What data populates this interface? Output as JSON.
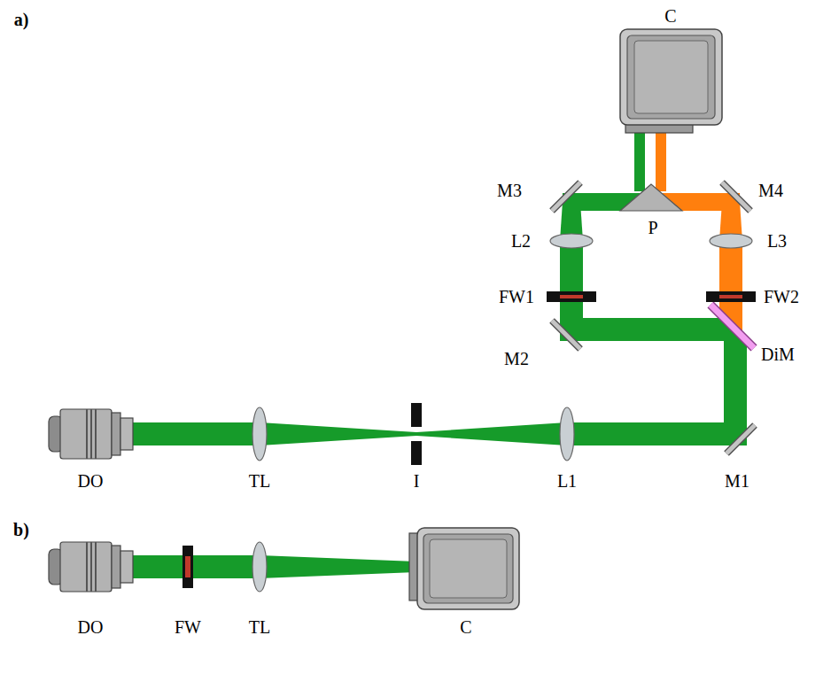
{
  "diagram": {
    "labels": [
      "a)",
      "C",
      "M3",
      "M4",
      "L2",
      "P",
      "L3",
      "FW1",
      "FW2",
      "M2",
      "DiM",
      "DO",
      "TL",
      "I",
      "L1",
      "M1",
      "b)",
      "DO",
      "FW",
      "TL",
      "C"
    ]
  }
}
